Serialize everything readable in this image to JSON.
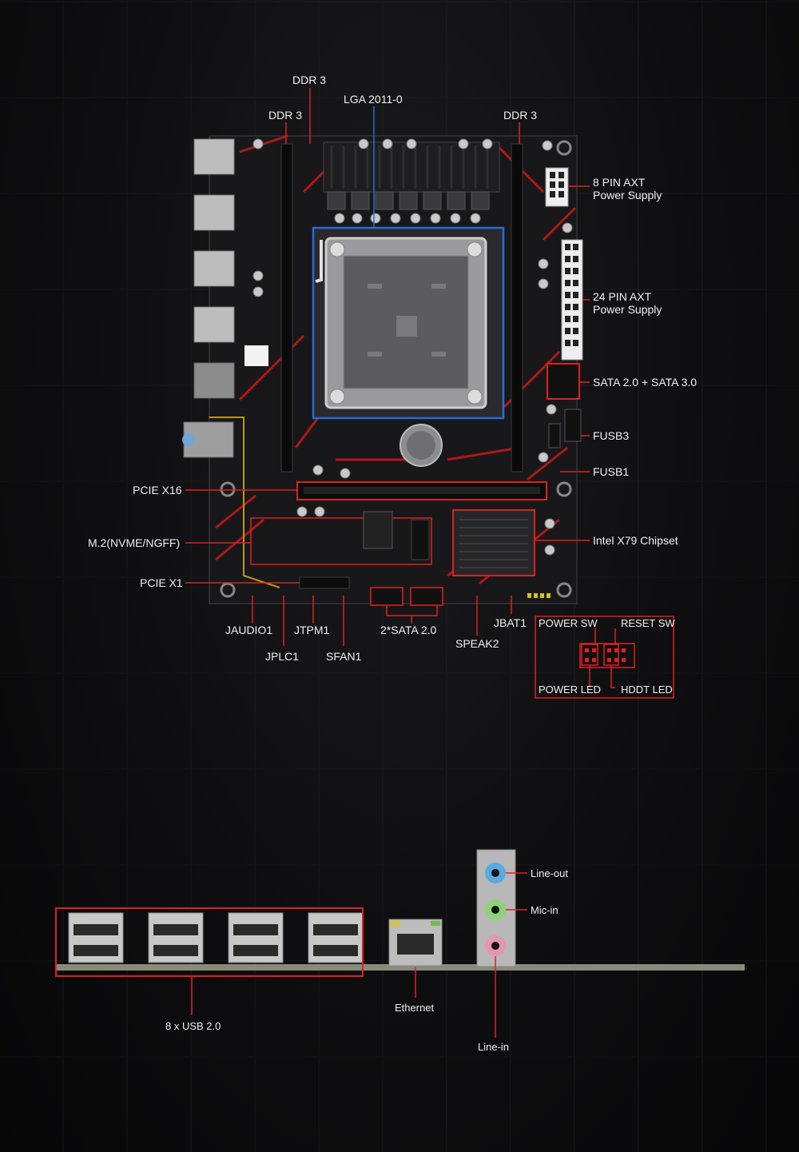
{
  "board_labels": {
    "ddr3_top": "DDR 3",
    "ddr3_left": "DDR 3",
    "ddr3_right": "DDR 3",
    "socket": "LGA 2011-0",
    "pin8_line1": "8 PIN AXT",
    "pin8_line2": "Power Supply",
    "pin24_line1": "24 PIN AXT",
    "pin24_line2": "Power Supply",
    "sata_right": "SATA 2.0 + SATA 3.0",
    "fusb3": "FUSB3",
    "fusb1": "FUSB1",
    "pcie_x16": "PCIE X16",
    "m2": "M.2(NVME/NGFF)",
    "chipset": "Intel X79 Chipset",
    "pcie_x1": "PCIE X1",
    "jaudio": "JAUDIO1",
    "jplc": "JPLC1",
    "jtpm": "JTPM1",
    "sfan": "SFAN1",
    "sata_bottom": "2*SATA 2.0",
    "speak": "SPEAK2",
    "jbat": "JBAT1",
    "power_sw": "POWER SW",
    "reset_sw": "RESET SW",
    "power_led": "POWER LED",
    "hddt_led": "HDDT LED"
  },
  "io_labels": {
    "usb": "8 x USB 2.0",
    "ethernet": "Ethernet",
    "line_out": "Line-out",
    "mic_in": "Mic-in",
    "line_in": "Line-in"
  },
  "colors": {
    "accent_red": "#e02020",
    "socket_blue": "#2a6bd6",
    "board": "#1a1a1c",
    "board_trace": "#b01818"
  }
}
